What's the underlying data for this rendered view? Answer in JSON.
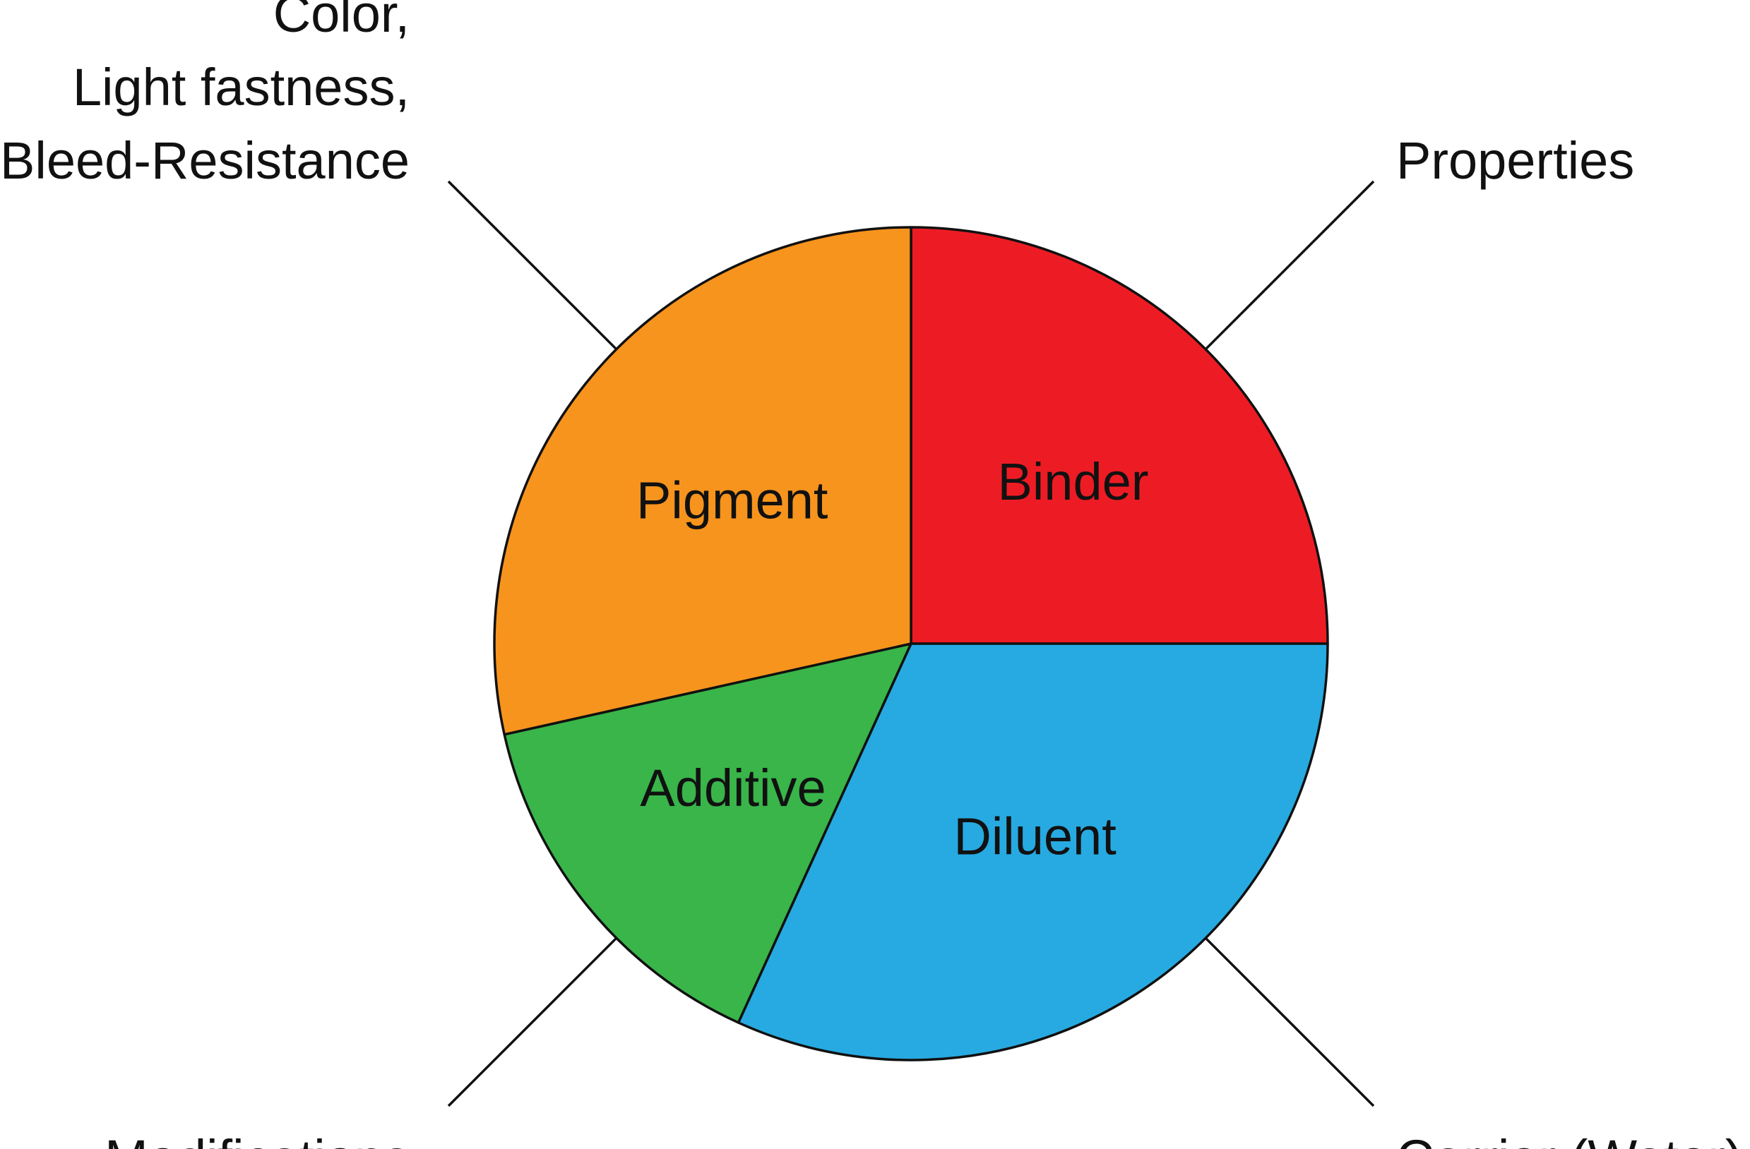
{
  "chart_data": {
    "type": "pie",
    "title": "",
    "start": "12 o'clock",
    "direction": "clockwise",
    "slices": [
      {
        "label": "Binder",
        "value": 25.0,
        "color": "#ED1C24",
        "callout": [
          "Properties"
        ]
      },
      {
        "label": "Diluent",
        "value": 31.8,
        "color": "#27AAE1",
        "callout": [
          "Carrier (Water)"
        ]
      },
      {
        "label": "Additive",
        "value": 14.7,
        "color": "#39B54A",
        "callout": [
          "Modifications"
        ]
      },
      {
        "label": "Pigment",
        "value": 28.5,
        "color": "#F7941D",
        "callout": [
          "Color,",
          "Light fastness,",
          "Bleed-Resistance"
        ]
      }
    ],
    "outline_color": "#111111"
  }
}
